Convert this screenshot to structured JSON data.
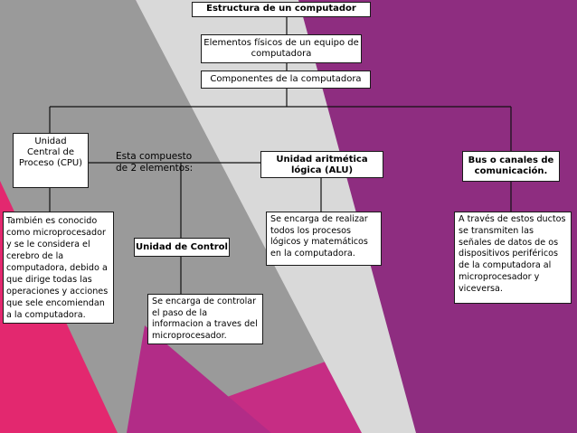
{
  "diagram": {
    "title": "Estructura de un computador",
    "subtitle": "Elementos físicos de un equipo de computadora",
    "components": "Componentes de la computadora",
    "cpu": {
      "label": "Unidad Central de Proceso (CPU)",
      "note": "Esta compuesto de 2 elementos:",
      "description": "También es conocido como microprocesador y se le considera el cerebro de la computadora, debido a que dirige todas las operaciones y acciones que sele encomiendan a la computadora."
    },
    "control_unit": {
      "label": "Unidad de Control",
      "description": "Se encarga de controlar el paso de la informacion a traves del microprocesador."
    },
    "alu": {
      "label": "Unidad aritmética lógica (ALU)",
      "description": "Se encarga de realizar todos los procesos lógicos y matemáticos en la computadora."
    },
    "bus": {
      "label": "Bus o canales de comunicación.",
      "description": "A través de estos ductos se transmiten las señales de datos de os dispositivos periféricos de la computadora al microprocesador y viceversa."
    }
  },
  "colors": {
    "gray": "#9a9a9a",
    "light_gray": "#d9d9d9",
    "purple": "#8a2a7c",
    "magenta": "#c9287f",
    "pink": "#e3286f"
  }
}
